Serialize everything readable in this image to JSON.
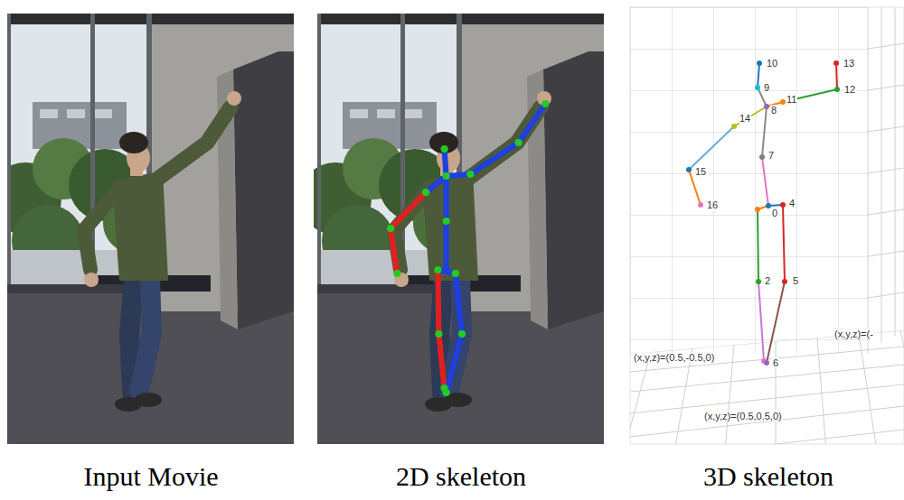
{
  "diagram": {
    "labels": [
      "10",
      "13",
      "9",
      "8",
      "11",
      "12",
      "14",
      "7",
      "15",
      "16",
      "0",
      "4",
      "2",
      "5",
      "(x,y,z)=(-",
      "(x,y,z)=(0.5,-0.5,0)",
      "6",
      "(x,y,z)=(0.5,0.5,0)",
      "Input Movie",
      "2D skeleton",
      "3D skeleton"
    ]
  }
}
